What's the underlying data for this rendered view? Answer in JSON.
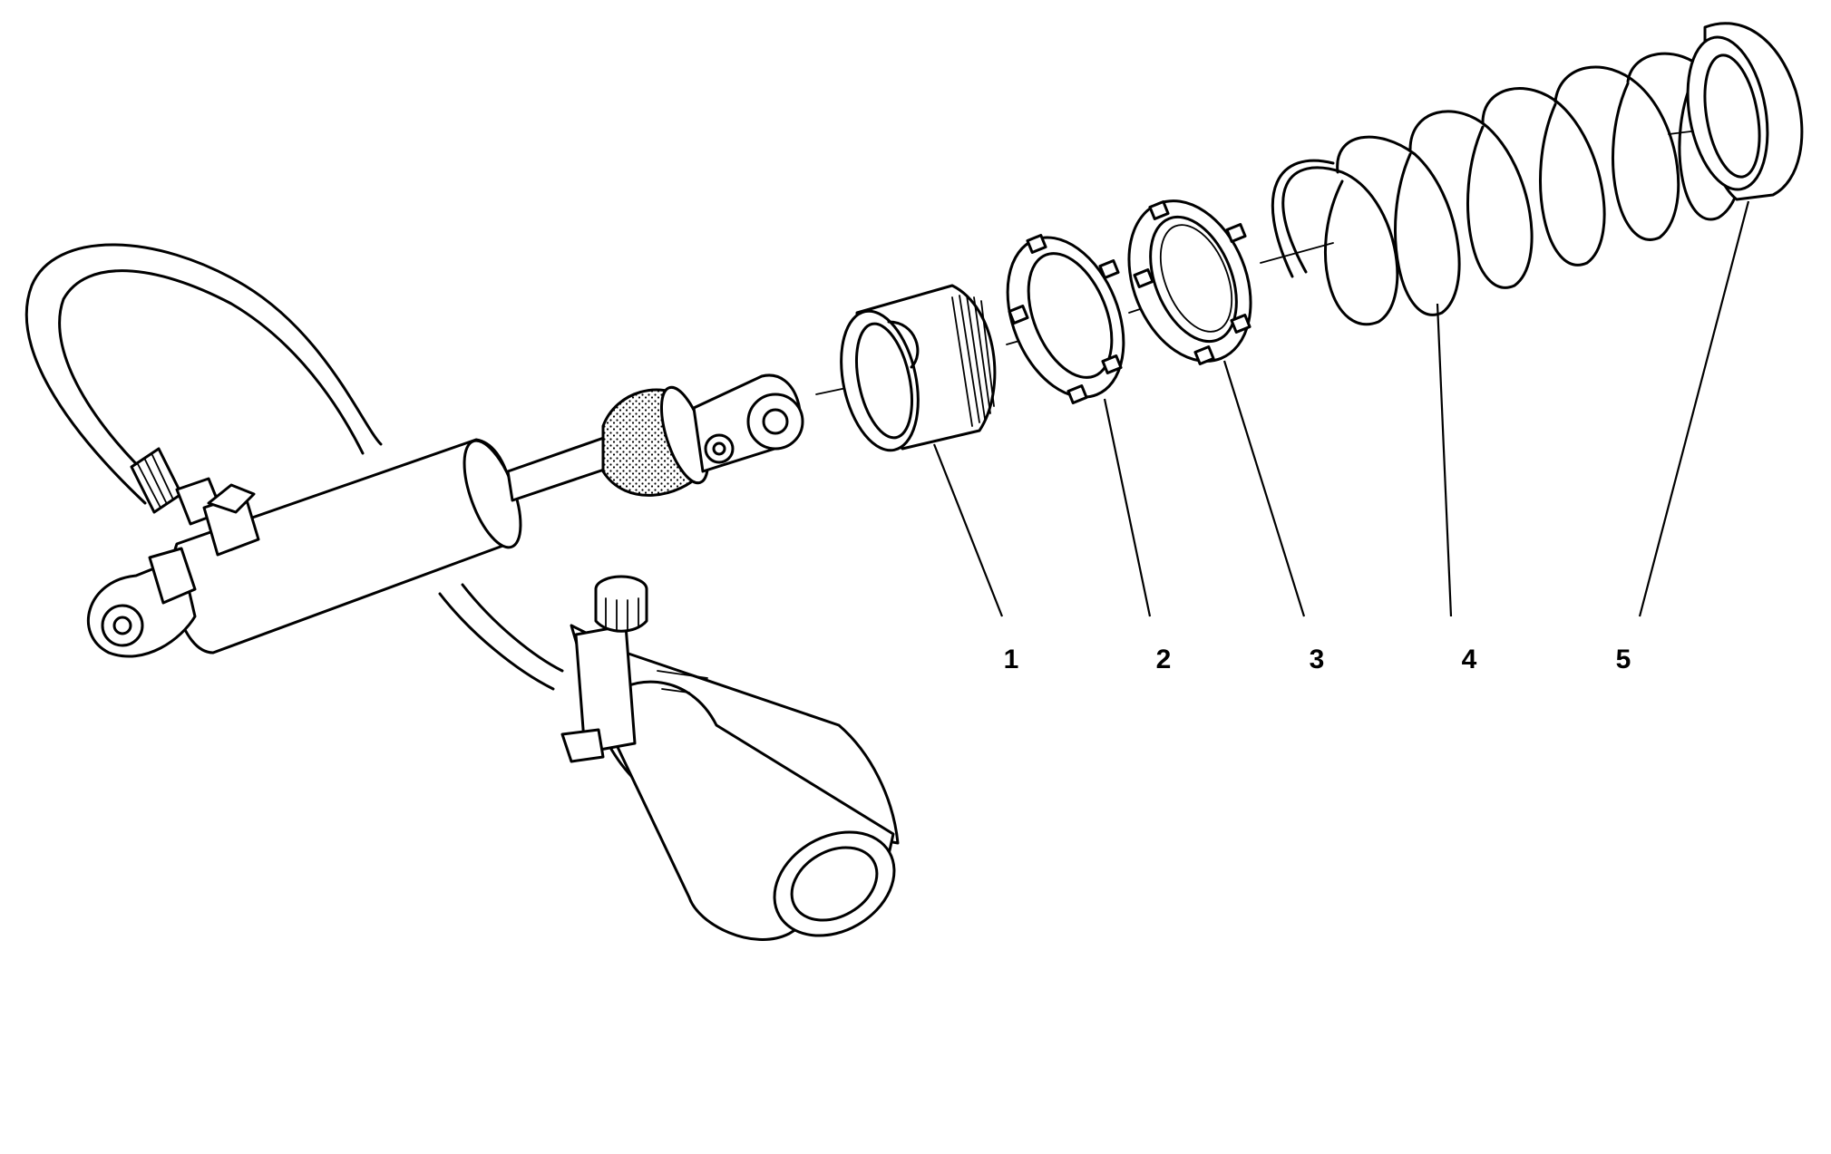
{
  "callouts": [
    {
      "label": "1",
      "part": "threaded-sleeve"
    },
    {
      "label": "2",
      "part": "lock-ring-nut"
    },
    {
      "label": "3",
      "part": "adjuster-ring-nut"
    },
    {
      "label": "4",
      "part": "coil-spring"
    },
    {
      "label": "5",
      "part": "spring-cup"
    }
  ]
}
